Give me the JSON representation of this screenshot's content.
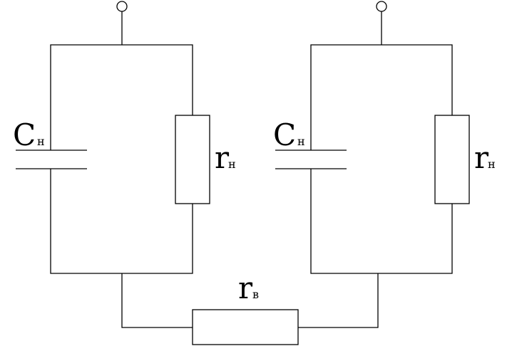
{
  "circuit": {
    "left_cell": {
      "capacitor_label": "C",
      "capacitor_subscript": "н",
      "resistor_label": "r",
      "resistor_subscript": "н"
    },
    "right_cell": {
      "capacitor_label": "C",
      "capacitor_subscript": "н",
      "resistor_label": "r",
      "resistor_subscript": "н"
    },
    "series_resistor": {
      "label": "r",
      "subscript": "в"
    }
  }
}
